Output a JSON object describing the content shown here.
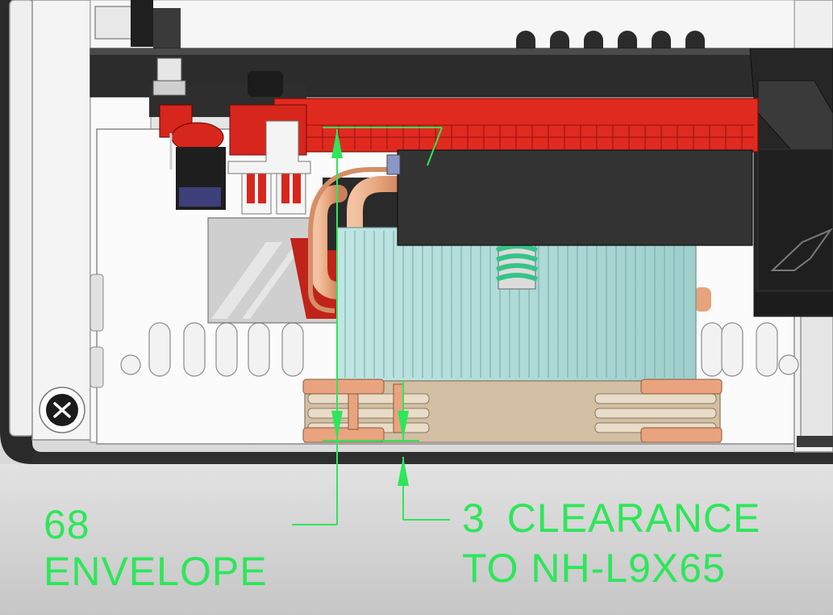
{
  "annotations": {
    "envelope": {
      "value": "68",
      "label": "ENVELOPE"
    },
    "clearance": {
      "line1": "3  CLEARANCE",
      "line2": "TO NH-L9X65"
    }
  },
  "colors": {
    "dimension_green": "#2ee65a",
    "board_red": "#e12a1f",
    "heatsink_fins": "#a8d8d6",
    "fan_frame": "#d3bfa4",
    "fan_pads": "#e9a37f",
    "heatpipe_copper": "#e7a37b",
    "case_black": "#232323"
  },
  "icons": {
    "screw": "phillips-screw-icon",
    "spring": "spring-icon"
  }
}
